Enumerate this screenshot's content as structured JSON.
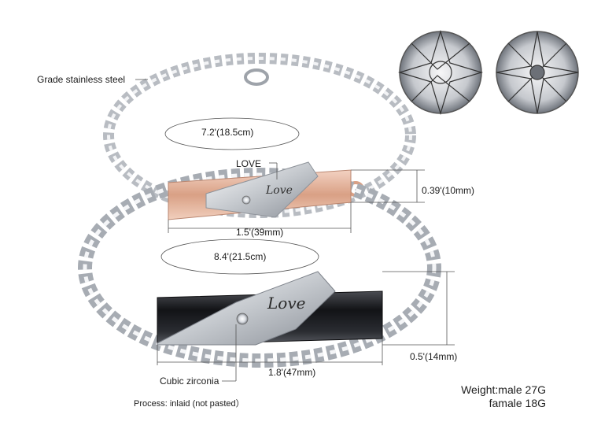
{
  "labels": {
    "material": "Grade stainless steel",
    "engraving": "LOVE",
    "female_length": "7.2'(18.5cm)",
    "female_plate_height": "0.39'(10mm)",
    "female_plate_width": "1.5'(39mm)",
    "male_length": "8.4'(21.5cm)",
    "male_plate_height": "0.5'(14mm)",
    "male_plate_width": "1.8'(47mm)",
    "stone": "Cubic zirconia",
    "process": "Process: inlaid (not pasted）"
  },
  "weight": {
    "male": "Weight:male 27G",
    "female": "famale 18G"
  },
  "plate_script": "Love",
  "colors": {
    "steel": "#c9cdd2",
    "rose_gold": "#e6b39b",
    "black_plate": "#1b1c20",
    "line": "#555555"
  }
}
